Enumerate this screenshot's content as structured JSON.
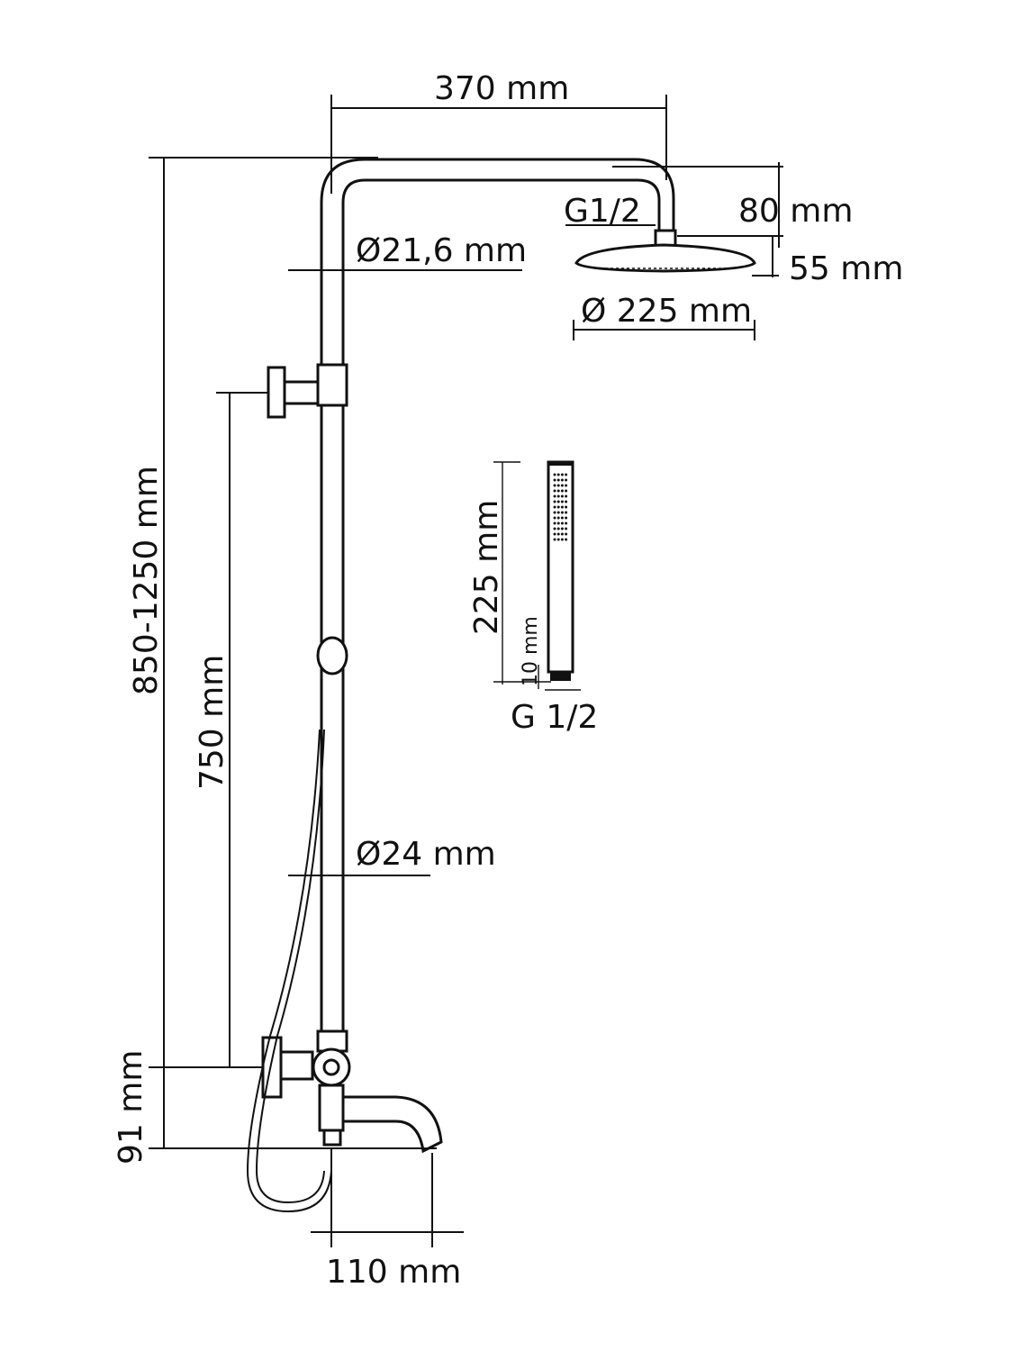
{
  "title": "Shower system dimension drawing",
  "dimensions": {
    "arm_length": "370 mm",
    "head_connection": "G1/2",
    "arm_drop": "80 mm",
    "head_height": "55 mm",
    "head_diameter": "Ø 225 mm",
    "upper_pipe_diameter": "Ø21,6 mm",
    "total_height": "850-1250 mm",
    "holder_height": "750 mm",
    "lower_pipe_diameter": "Ø24 mm",
    "mixer_height": "91 mm",
    "spout_reach": "110 mm",
    "hand_shower_length": "225 mm",
    "hand_shower_thread_length": "10 mm",
    "hand_shower_connection": "G 1/2"
  },
  "colors": {
    "line": "#111111",
    "background": "#ffffff"
  }
}
